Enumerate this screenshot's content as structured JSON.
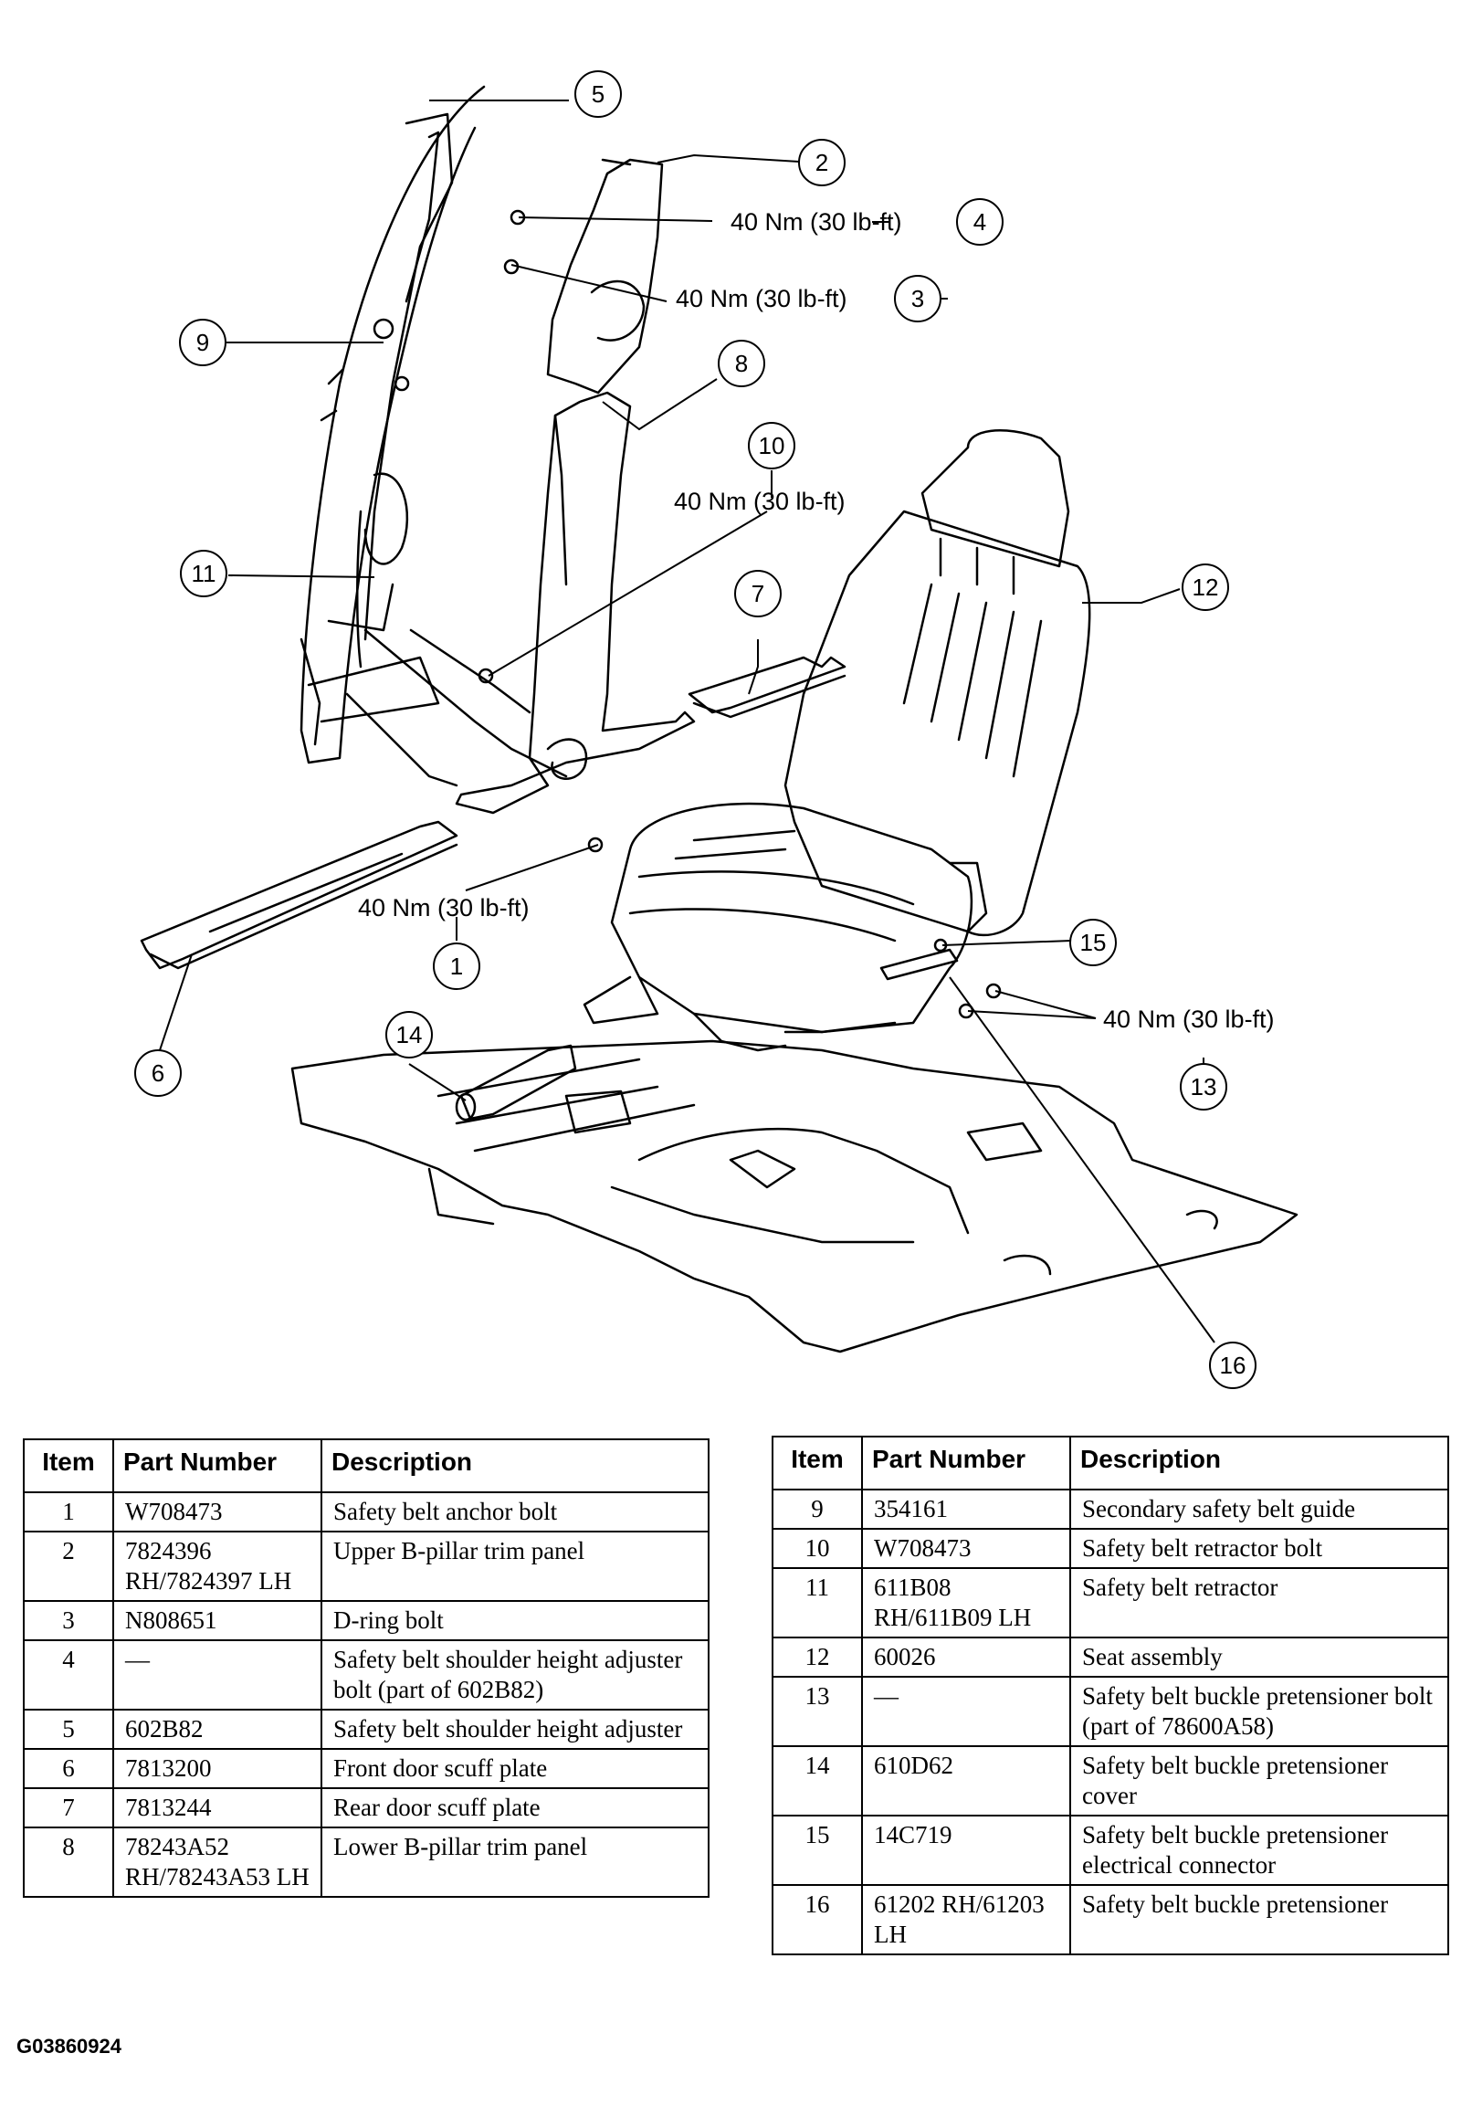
{
  "callouts": [
    {
      "id": "1",
      "torque": "40 Nm (30 lb-ft)"
    },
    {
      "id": "2"
    },
    {
      "id": "3",
      "torque": "40 Nm (30 lb-ft)"
    },
    {
      "id": "4",
      "torque": "40 Nm (30 lb-ft)"
    },
    {
      "id": "5"
    },
    {
      "id": "6"
    },
    {
      "id": "7"
    },
    {
      "id": "8"
    },
    {
      "id": "9"
    },
    {
      "id": "10",
      "torque": "40 Nm (30 lb-ft)"
    },
    {
      "id": "11"
    },
    {
      "id": "12"
    },
    {
      "id": "13",
      "torque": "40 Nm (30 lb-ft)"
    },
    {
      "id": "14"
    },
    {
      "id": "15"
    },
    {
      "id": "16"
    }
  ],
  "table": {
    "headers": [
      "Item",
      "Part Number",
      "Description"
    ],
    "left_rows": [
      {
        "item": "1",
        "part": "W708473",
        "desc": "Safety belt anchor bolt"
      },
      {
        "item": "2",
        "part": "7824396 RH/7824397 LH",
        "desc": "Upper B-pillar trim panel"
      },
      {
        "item": "3",
        "part": "N808651",
        "desc": "D-ring bolt"
      },
      {
        "item": "4",
        "part": "—",
        "desc": "Safety belt shoulder height adjuster bolt (part of 602B82)"
      },
      {
        "item": "5",
        "part": "602B82",
        "desc": "Safety belt shoulder height adjuster"
      },
      {
        "item": "6",
        "part": "7813200",
        "desc": "Front door scuff plate"
      },
      {
        "item": "7",
        "part": "7813244",
        "desc": "Rear door scuff plate"
      },
      {
        "item": "8",
        "part": "78243A52 RH/78243A53 LH",
        "desc": "Lower B-pillar trim panel"
      }
    ],
    "right_rows": [
      {
        "item": "9",
        "part": "354161",
        "desc": "Secondary safety belt guide"
      },
      {
        "item": "10",
        "part": "W708473",
        "desc": "Safety belt retractor bolt"
      },
      {
        "item": "11",
        "part": "611B08 RH/611B09 LH",
        "desc": "Safety belt retractor"
      },
      {
        "item": "12",
        "part": "60026",
        "desc": "Seat assembly"
      },
      {
        "item": "13",
        "part": "—",
        "desc": "Safety belt buckle pretensioner bolt (part of 78600A58)"
      },
      {
        "item": "14",
        "part": "610D62",
        "desc": "Safety belt buckle pretensioner cover"
      },
      {
        "item": "15",
        "part": "14C719",
        "desc": "Safety belt buckle pretensioner electrical connector"
      },
      {
        "item": "16",
        "part": "61202 RH/61203 LH",
        "desc": "Safety belt buckle pretensioner"
      }
    ]
  },
  "figure_id": "G03860924"
}
